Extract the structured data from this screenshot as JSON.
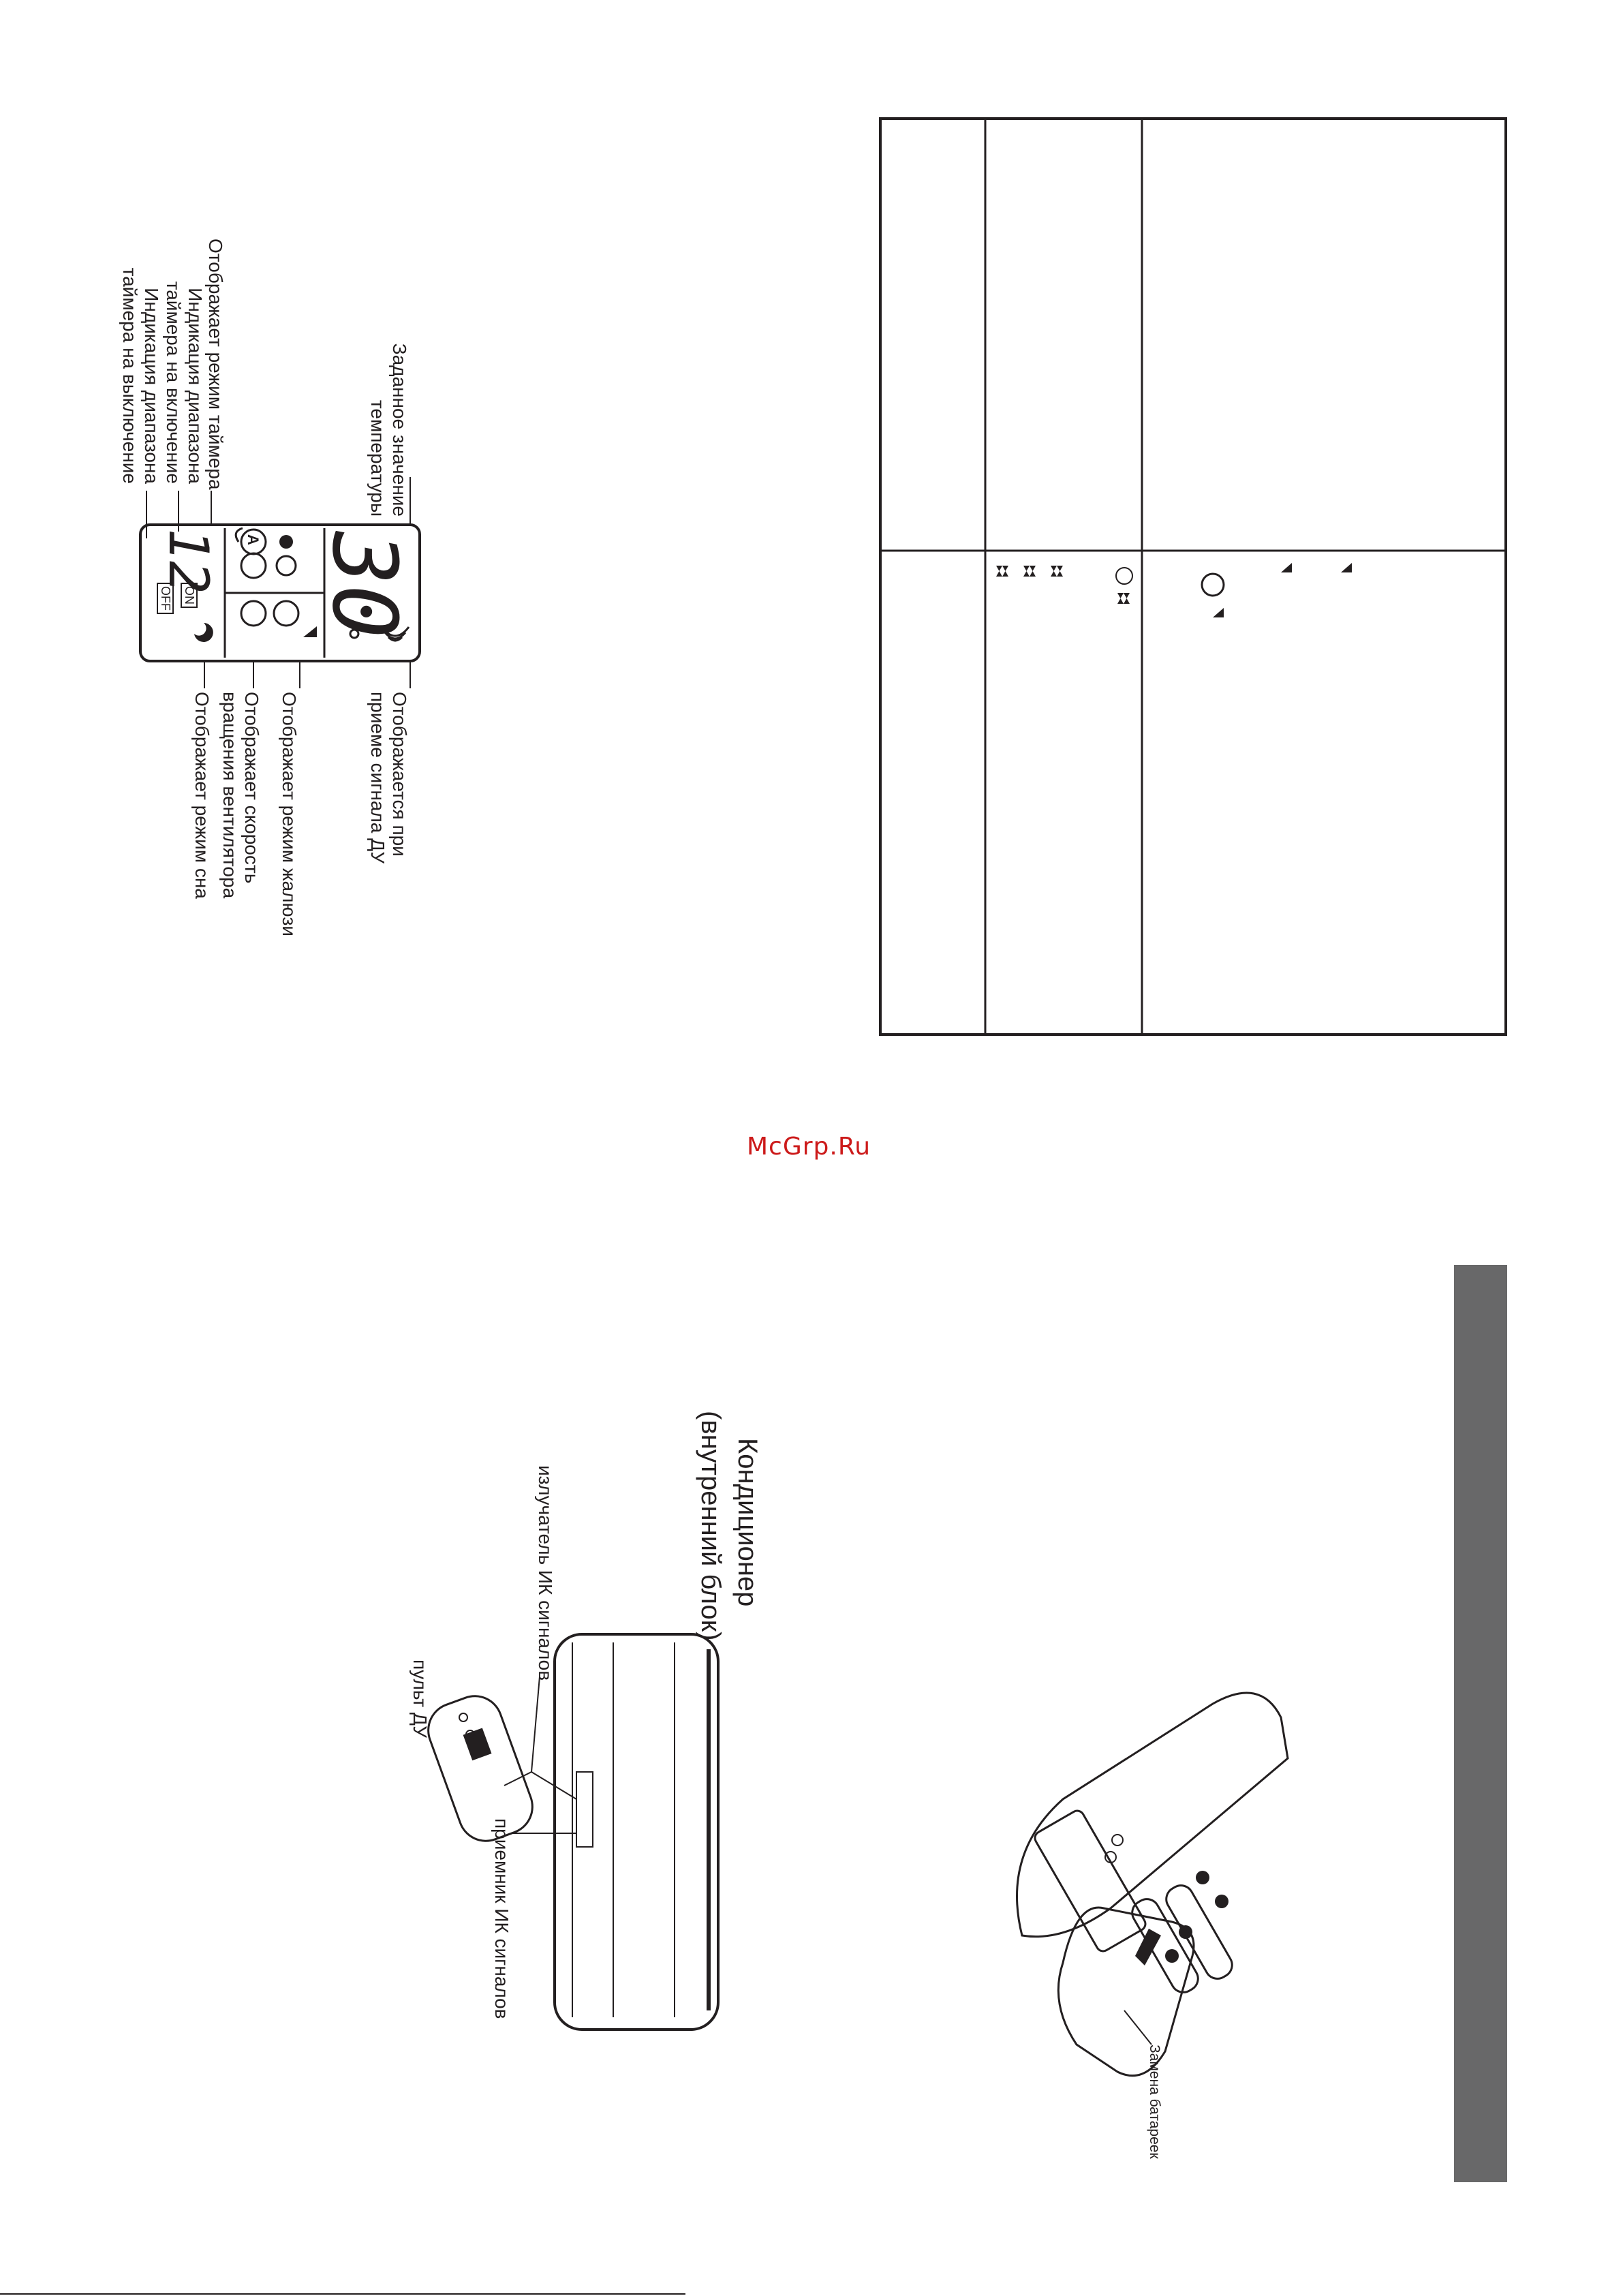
{
  "display_labels": {
    "set_temp": "Заданное значение температуры",
    "timer_mode": "Отображает режим таймера",
    "timer_on_range": "Индикация диапазона таймера на включение",
    "timer_off_range": "Индикация диапазона таймера на выключение",
    "signal": "Отображается при приеме сигнала ДУ",
    "louver": "Отображает режим жалюзи",
    "fan_speed": "Отображает скорость вращения вентилятора",
    "sleep": "Отображает режим сна"
  },
  "lcd": {
    "temperature": "30",
    "timer": "12",
    "timer_on": "ON",
    "timer_off": "OFF",
    "auto_symbol": "A"
  },
  "watermark": "McGrp.Ru",
  "unit_diagram": {
    "title_line1": "Кондиционер",
    "title_line2": "(внутренний блок)",
    "emitter": "излучатель ИК сигналов",
    "remote": "пульт ДУ",
    "receiver": "приемник ИК сигналов"
  },
  "battery": {
    "caption": "Замена батареек"
  },
  "colors": {
    "ink": "#231f20",
    "sidebar": "#686869",
    "watermark": "#cc1a1a"
  }
}
